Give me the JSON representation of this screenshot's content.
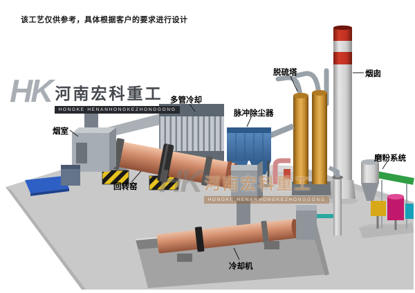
{
  "disclaimer": "该工艺仅供参考，具体根据客户的要求进行设计",
  "brand": {
    "monogram": "HK",
    "company_cn": "河南宏科重工",
    "company_en": "HONGKE HENANHONGKEZHONGGONG"
  },
  "labels": {
    "smoke_chamber": "烟室",
    "rotary_kiln": "回转窑",
    "multi_tube_cooler": "多管冷却",
    "pulse_dust_collector": "脉冲除尘器",
    "desulfurization_tower": "脱硫塔",
    "chimney": "烟囱",
    "grinding_system": "磨粉系统",
    "cooling_machine": "冷却机"
  },
  "colors": {
    "kiln_shell": "#cf8a6d",
    "cooler_shell": "#d4906f",
    "dust_collector_blue": "#4a7fb5",
    "tower_orange": "#d89c3e",
    "chimney_red": "#c03325",
    "hazard_yellow": "#e8c31f",
    "pool_blue": "#2d5fc4",
    "platform_gray": "#c9c9c9"
  }
}
